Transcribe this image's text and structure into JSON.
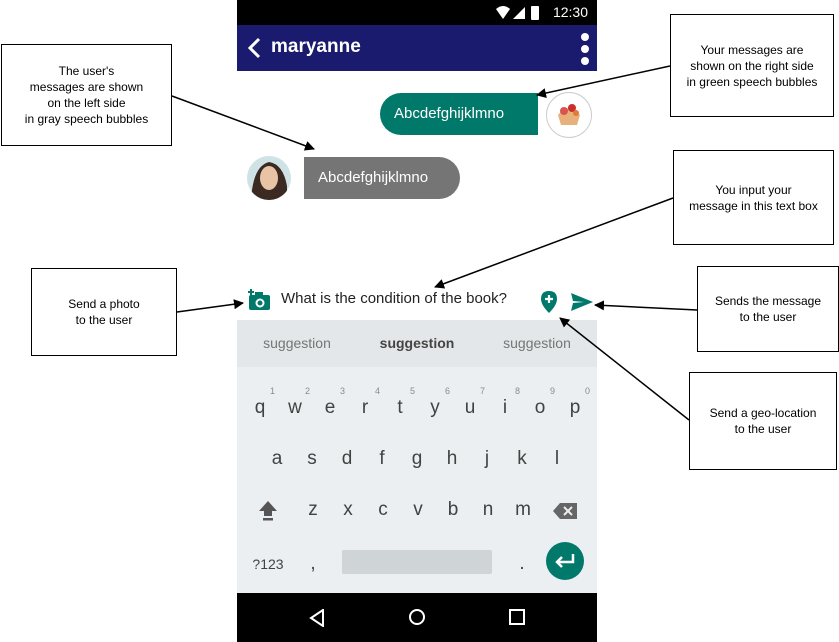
{
  "status_bar": {
    "time": "12:30",
    "icons": [
      "wifi-icon",
      "signal-icon",
      "battery-icon"
    ]
  },
  "app_bar": {
    "title": "maryanne"
  },
  "messages": [
    {
      "side": "right",
      "text": "Abcdefghijklmno",
      "color": "#00796b"
    },
    {
      "side": "left",
      "text": "Abcdefghijklmno",
      "color": "#757575"
    }
  ],
  "composer": {
    "value": "What is the condition of the book?"
  },
  "keyboard": {
    "suggestions": [
      "suggestion",
      "suggestion",
      "suggestion"
    ],
    "row1": [
      {
        "k": "q",
        "h": "1"
      },
      {
        "k": "w",
        "h": "2"
      },
      {
        "k": "e",
        "h": "3"
      },
      {
        "k": "r",
        "h": "4"
      },
      {
        "k": "t",
        "h": "5"
      },
      {
        "k": "y",
        "h": "6"
      },
      {
        "k": "u",
        "h": "7"
      },
      {
        "k": "i",
        "h": "8"
      },
      {
        "k": "o",
        "h": "9"
      },
      {
        "k": "p",
        "h": "0"
      }
    ],
    "row2": [
      "a",
      "s",
      "d",
      "f",
      "g",
      "h",
      "j",
      "k",
      "l"
    ],
    "row3": [
      "z",
      "x",
      "c",
      "v",
      "b",
      "n",
      "m"
    ],
    "symbols_key": "?123",
    "comma_key": ",",
    "period_key": "."
  },
  "annotations": {
    "left_bubbles": "The user's\nmessages are shown\non the left side\nin gray speech bubbles",
    "right_bubbles": "Your messages are\nshown on the right side\nin green speech bubbles",
    "text_box": "You input your\nmessage in this text box",
    "photo": "Send a photo\nto the user",
    "send": "Sends the message\nto the user",
    "geo": "Send a geo-location\nto the user"
  },
  "colors": {
    "app_bar": "#1a1a6e",
    "accent": "#00796b",
    "incoming": "#757575"
  }
}
